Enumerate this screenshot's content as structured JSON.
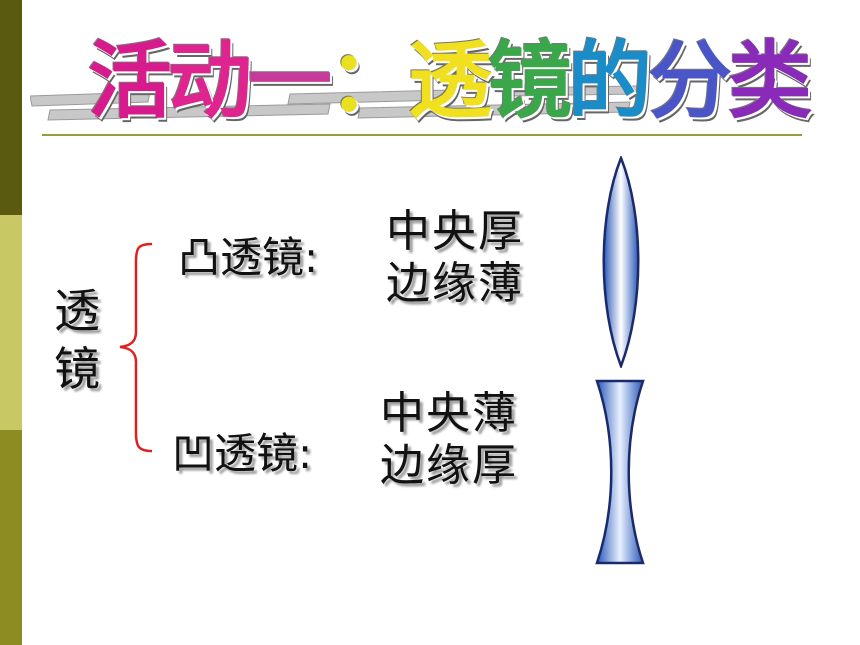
{
  "title": {
    "chars": [
      {
        "ch": "活",
        "color": "#d81b8c"
      },
      {
        "ch": "动",
        "color": "#e0248f"
      },
      {
        "ch": "一",
        "color": "#c83a9a"
      },
      {
        "ch": "：",
        "color": "#e8e020"
      },
      {
        "ch": "透",
        "color": "#f0e020"
      },
      {
        "ch": "镜",
        "color": "#3aa84a"
      },
      {
        "ch": "的",
        "color": "#1a8cc8"
      },
      {
        "ch": "分",
        "color": "#4a56c8"
      },
      {
        "ch": "类",
        "color": "#8a2ab8"
      }
    ]
  },
  "lens": {
    "main_label": [
      "透",
      "镜"
    ],
    "convex": {
      "label": "凸透镜:",
      "desc": [
        "中央厚",
        "边缘薄"
      ]
    },
    "concave": {
      "label": "凹透镜:",
      "desc": [
        "中央薄",
        "边缘厚"
      ]
    }
  },
  "colors": {
    "brace": "#e02020",
    "lens_edge": "#1a2a6a",
    "lens_fill": "#4a7ed8"
  }
}
